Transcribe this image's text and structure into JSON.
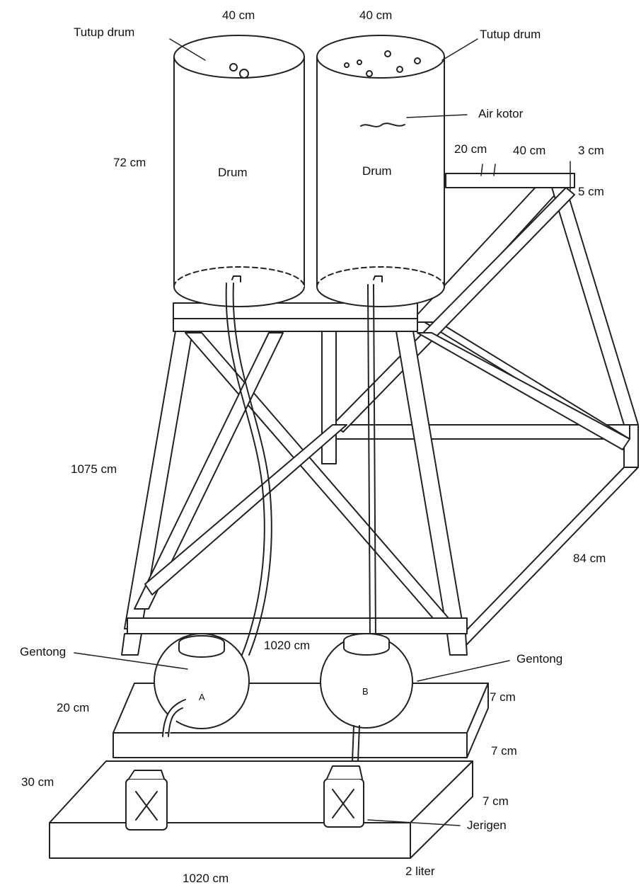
{
  "labels": {
    "tutup_left": "Tutup drum",
    "tutup_right": "Tutup drum",
    "top_width_left": "40 cm",
    "top_width_right": "40 cm",
    "air_kotor": "Air kotor",
    "drum_left": "Drum",
    "drum_right": "Drum",
    "drum_height": "72 cm",
    "dim_20": "20 cm",
    "dim_40": "40 cm",
    "dim_3": "3 cm",
    "dim_5": "5 cm",
    "frame_height": "1075 cm",
    "frame_depth": "84 cm",
    "frame_width": "1020 cm",
    "gentong_left": "Gentong",
    "gentong_right": "Gentong",
    "jar_a": "A",
    "jar_b": "B",
    "base_20": "20 cm",
    "base_30": "30 cm",
    "step_7a": "7 cm",
    "step_7b": "7 cm",
    "step_7c": "7 cm",
    "jerigen": "Jerigen",
    "base_width": "1020 cm",
    "volume": "2 liter"
  }
}
